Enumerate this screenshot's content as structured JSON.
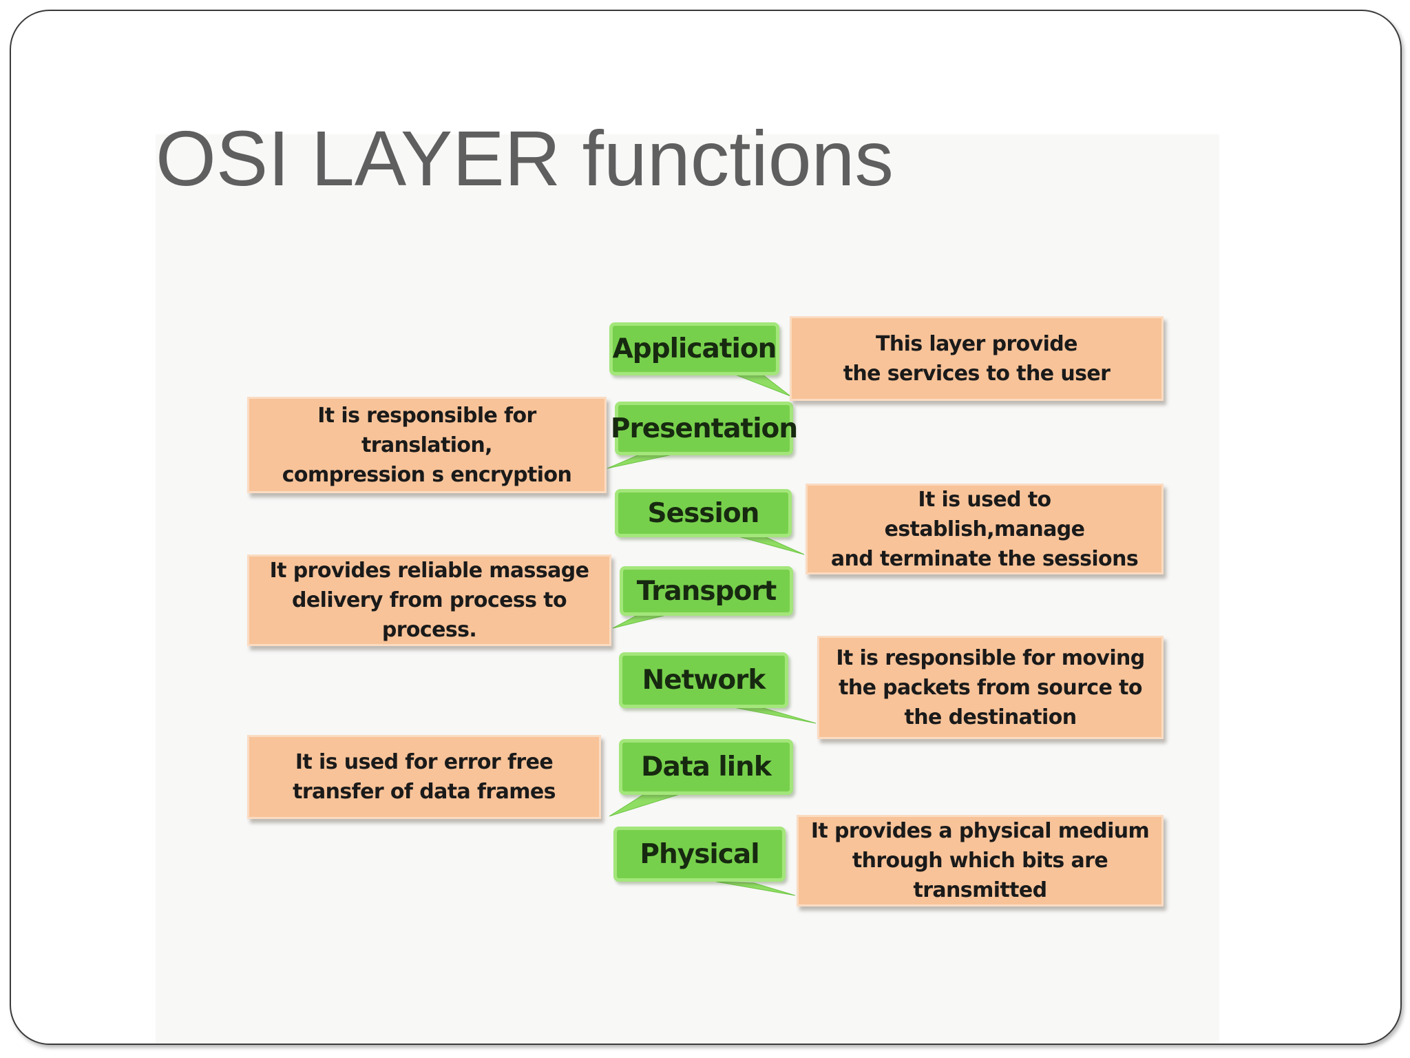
{
  "slide": {
    "title": "OSI LAYER functions"
  },
  "layers": [
    {
      "name": "Application",
      "description": "This  layer provide\nthe services to the user"
    },
    {
      "name": "Presentation",
      "description": "It is responsible for translation,\ncompression s encryption"
    },
    {
      "name": "Session",
      "description": "It is used to establish,manage\nand terminate  the sessions"
    },
    {
      "name": "Transport",
      "description": "It provides reliable massage\ndelivery from process to process."
    },
    {
      "name": "Network",
      "description": "It is responsible for moving\nthe packets from source to\nthe destination"
    },
    {
      "name": "Data link",
      "description": "It is used for error free\ntransfer of data frames"
    },
    {
      "name": "Physical",
      "description": "It provides a physical medium\nthrough which bits are transmitted"
    }
  ],
  "colors": {
    "layer_fill": "#77d04c",
    "layer_border": "#a3e67a",
    "description_fill": "#f8c399",
    "title_text": "#5f5f5f"
  }
}
